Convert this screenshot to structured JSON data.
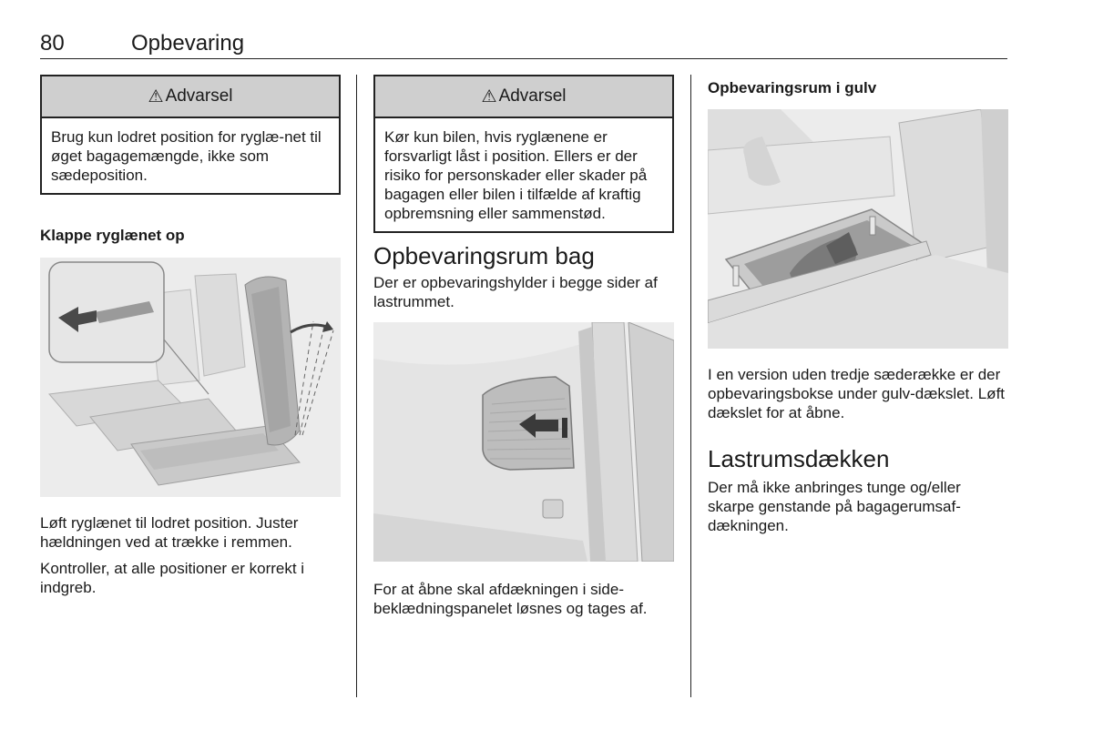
{
  "header": {
    "page_number": "80",
    "chapter_title": "Opbevaring"
  },
  "column1": {
    "warning": {
      "title": "Advarsel",
      "icon": "warning-triangle-icon",
      "text": "Brug kun lodret position for ryglæ-net til øget bagagemængde, ikke som sædeposition."
    },
    "subheading": "Klappe ryglænet op",
    "figure_description": "seat-backrest-illustration",
    "paragraph1": "Løft ryglænet til lodret position. Juster hældningen ved at trække i remmen.",
    "paragraph2": "Kontroller, at alle positioner er korrekt i indgreb."
  },
  "column2": {
    "warning": {
      "title": "Advarsel",
      "icon": "warning-triangle-icon",
      "text": "Kør kun bilen, hvis ryglænene er forsvarligt låst i position. Ellers er der risiko for personskader eller skader på bagagen eller bilen i tilfælde af kraftig opbremsning eller sammenstød."
    },
    "heading": "Opbevaringsrum bag",
    "intro": "Der er opbevaringshylder i begge sider af lastrummet.",
    "figure_description": "side-storage-panel-illustration",
    "paragraph": "For at åbne skal afdækningen i side-beklædningspanelet løsnes og tages af."
  },
  "column3": {
    "subheading": "Opbevaringsrum i gulv",
    "figure_description": "floor-storage-illustration",
    "paragraph": "I en version uden tredje sæderække er der opbevaringsbokse under gulv-dækslet. Løft dækslet for at åbne.",
    "heading": "Lastrumsdækken",
    "paragraph2": "Der må ikke anbringes tunge og/eller skarpe genstande på bagagerumsaf-dækningen."
  }
}
